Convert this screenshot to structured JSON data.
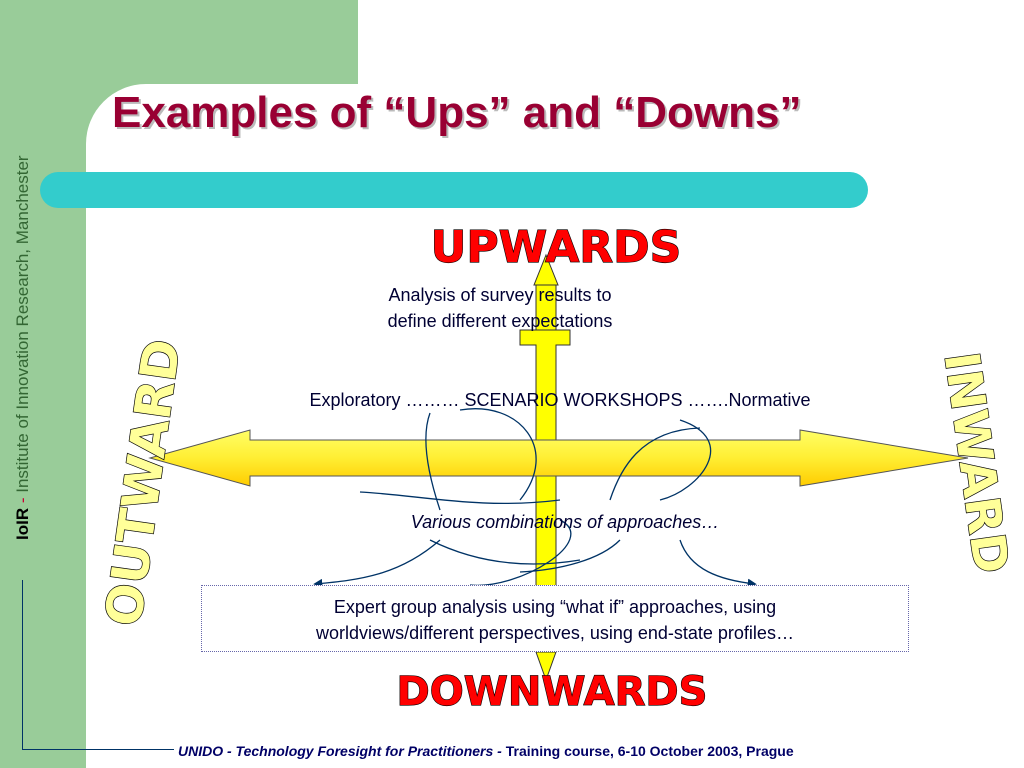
{
  "slide": {
    "title": "Examples of “Ups” and “Downs”",
    "sidebar": {
      "brand": "IoIR",
      "separator": " - ",
      "institute": "Institute of Innovation Research, Manchester"
    },
    "directions": {
      "up": "UPWARDS",
      "down": "DOWNWARDS",
      "out": "OUTWARD",
      "in": "INWARD"
    },
    "analysis_text": [
      "Analysis of survey results to",
      "define different expectations"
    ],
    "scenario_text": "Exploratory ………  SCENARIO WORKSHOPS …….Normative",
    "various_text": "Various combinations of approaches…",
    "expert_text": [
      "Expert group analysis using “what if” approaches, using",
      "worldviews/different perspectives, using end-state profiles…"
    ],
    "footer": {
      "italic_part": "UNIDO - Technology Foresight for Practitioners - ",
      "regular_part": "Training course, 6-10 October 2003, Prague"
    },
    "colors": {
      "green": "#99cc99",
      "teal": "#33cccc",
      "title": "#990033",
      "arrow_yellow": "#ffff00",
      "wordart_red": "#ff0000",
      "wordart_yellow": "#ffff99"
    }
  }
}
